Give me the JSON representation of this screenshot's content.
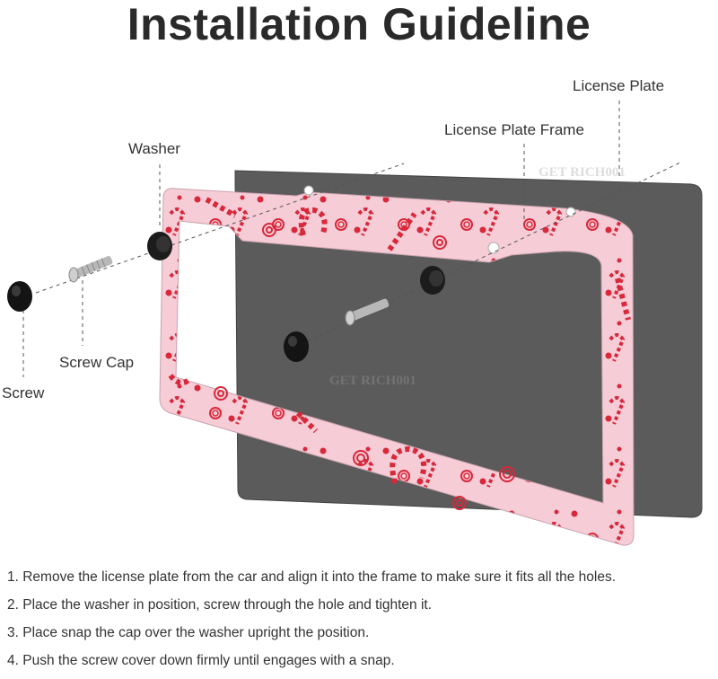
{
  "title": "Installation Guideline",
  "labels": {
    "license_plate": "License Plate",
    "license_plate_frame": "License Plate Frame",
    "washer": "Washer",
    "screw_cap": "Screw Cap",
    "screw": "Screw"
  },
  "watermark": "GET RICH001",
  "steps": [
    "1. Remove the license plate from the car and align it into the frame to make sure it fits all the holes.",
    "2. Place the washer in position, screw through the hole and tighten it.",
    "3. Place snap the cap over the washer upright the position.",
    "4. Push the screw cover down firmly until engages with a snap."
  ],
  "colors": {
    "frame_pink": "#f4c9d4",
    "plate_gray": "#5a5a5a",
    "accent_red": "#d8283a",
    "text": "#333333"
  }
}
